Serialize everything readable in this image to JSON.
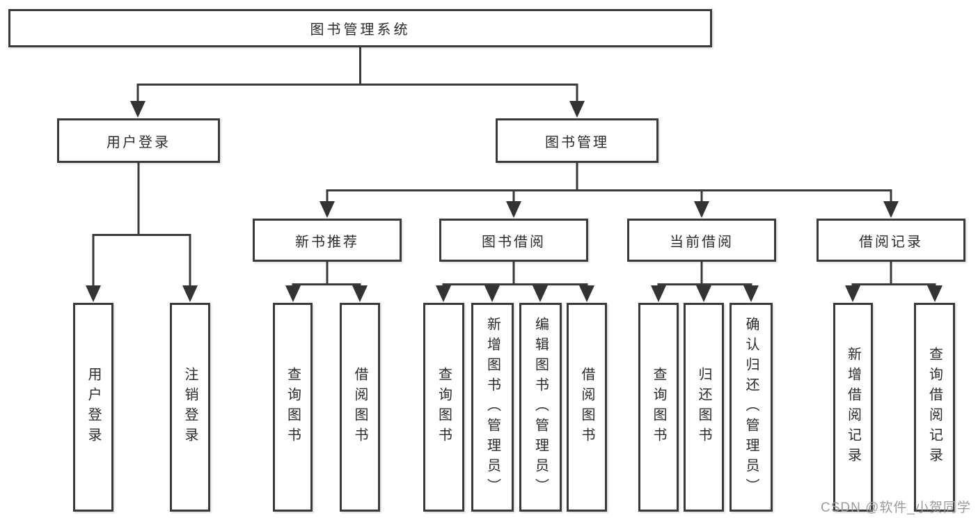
{
  "diagram": {
    "root": {
      "label": "图书管理系统"
    },
    "level2": [
      {
        "label": "用户登录"
      },
      {
        "label": "图书管理"
      }
    ],
    "level3": [
      {
        "label": "新书推荐"
      },
      {
        "label": "图书借阅"
      },
      {
        "label": "当前借阅"
      },
      {
        "label": "借阅记录"
      }
    ],
    "leaves": [
      {
        "label": "用户登录"
      },
      {
        "label": "注销登录"
      },
      {
        "label": "查询图书"
      },
      {
        "label": "借阅图书"
      },
      {
        "label": "查询图书"
      },
      {
        "label": "新增图书（管理员）"
      },
      {
        "label": "编辑图书（管理员）"
      },
      {
        "label": "借阅图书"
      },
      {
        "label": "查询图书"
      },
      {
        "label": "归还图书"
      },
      {
        "label": "确认归还（管理员）"
      },
      {
        "label": "新增借阅记录"
      },
      {
        "label": "查询借阅记录"
      }
    ],
    "watermark": "CSDN @软件_小贺同学",
    "colors": {
      "line": "#3a3a3a",
      "text": "#2b2b2b",
      "watermark": "#9b9b9b",
      "background": "#ffffff"
    }
  }
}
